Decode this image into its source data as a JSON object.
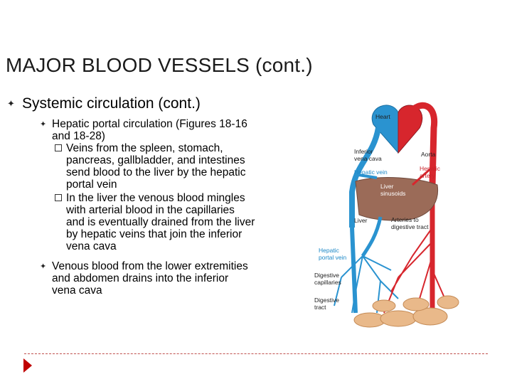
{
  "slide": {
    "title": "MAJOR BLOOD VESSELS (cont.)",
    "bullet": "Systemic circulation (cont.)",
    "sub1_line1": "Hepatic portal circulation (Figures 18-16",
    "sub1_line2": "and 18-28)",
    "sub1_a_lines": [
      "Veins from the spleen, stomach,",
      "pancreas, gallbladder, and intestines",
      "send blood to the liver by the hepatic",
      "portal vein"
    ],
    "sub1_b_lines": [
      "In the liver the venous blood mingles",
      "with arterial blood in the capillaries",
      "and is eventually drained from the liver",
      "by hepatic veins that join the inferior",
      "vena cava"
    ],
    "sub2_lines": [
      "Venous blood from the lower extremities",
      "and abdomen drains into the inferior",
      "vena cava"
    ]
  },
  "diagram": {
    "labels": {
      "heart": "Heart",
      "inferior_vena_cava_1": "Inferior",
      "inferior_vena_cava_2": "vena cava",
      "aorta": "Aorta",
      "hepatic_vein": "Hepatic vein",
      "hepatic_artery_1": "Hepatic",
      "hepatic_artery_2": "artery",
      "liver_sinusoids_1": "Liver",
      "liver_sinusoids_2": "sinusoids",
      "liver": "Liver",
      "arteries_1": "Arteries to",
      "arteries_2": "digestive tract",
      "hepatic_portal_1": "Hepatic",
      "hepatic_portal_2": "portal vein",
      "digestive_cap_1": "Digestive",
      "digestive_cap_2": "capillaries",
      "digestive_tract_1": "Digestive",
      "digestive_tract_2": "tract"
    },
    "colors": {
      "artery": "#d7262d",
      "vein": "#2a93d0",
      "liver": "#9b6b58",
      "intestine": "#e9b98a"
    }
  }
}
